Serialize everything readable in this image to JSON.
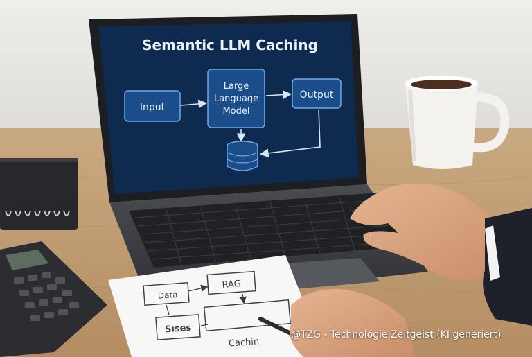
{
  "screen": {
    "title": "Semantic LLM Caching",
    "nodes": {
      "input": "Input",
      "llm_line1": "Large",
      "llm_line2": "Language",
      "llm_line3": "Model",
      "output": "Output"
    },
    "bg_color": "#0f2a4f",
    "box_color": "#1b4d8a",
    "accent_color": "#6fa9e8"
  },
  "paper_sketch": {
    "data": "Data",
    "rag": "RAG",
    "s_box": "Sıses",
    "caching": "Cachin"
  },
  "watermark": "@TZG - Technologie Zeitgeist (KI generiert)"
}
